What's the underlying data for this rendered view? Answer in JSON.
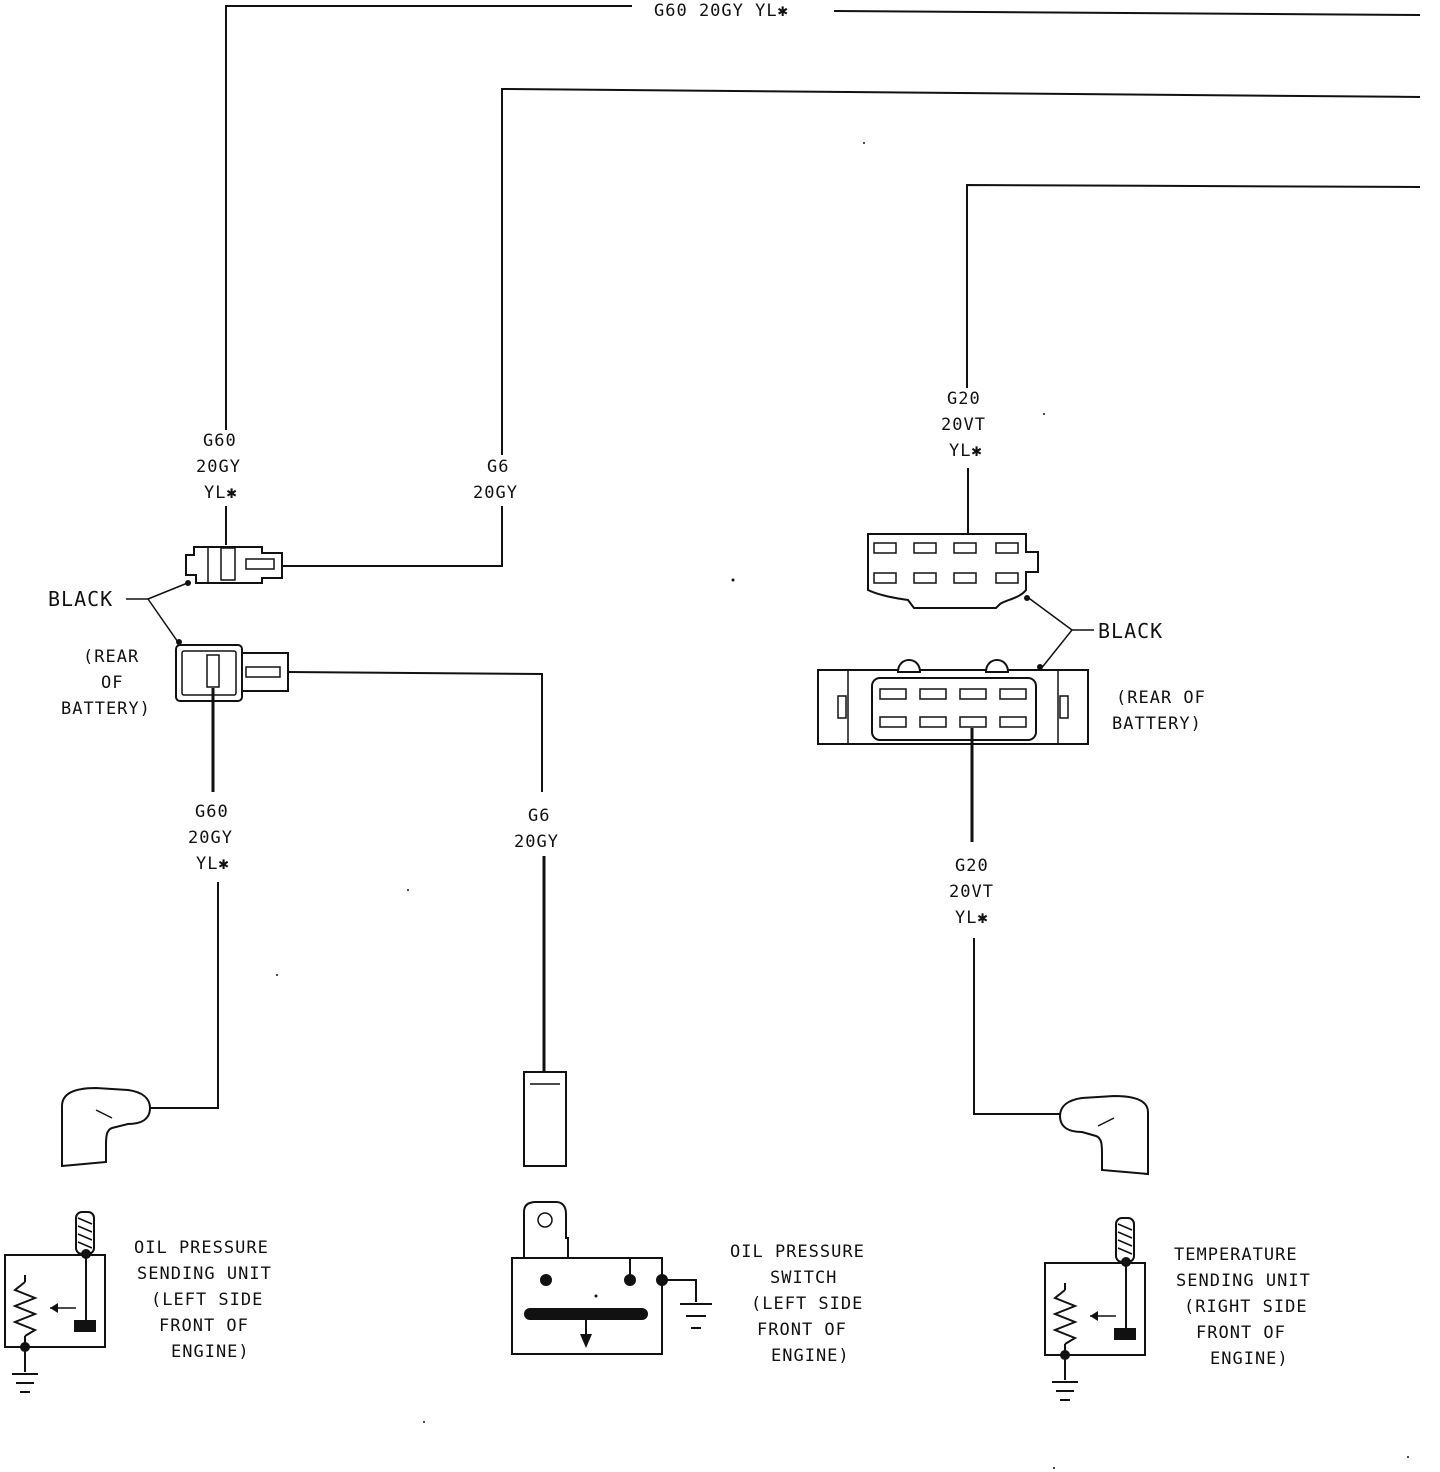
{
  "top_wire": {
    "label": "G60 20GY YL✱"
  },
  "left_upper_g60": {
    "line1": "G60",
    "line2": "20GY",
    "line3": "YL✱"
  },
  "left_upper_g6": {
    "line1": "G6",
    "line2": "20GY"
  },
  "left_black": "BLACK",
  "left_rear": {
    "line1": "(REAR",
    "line2": "OF",
    "line3": "BATTERY)"
  },
  "left_lower_g60": {
    "line1": "G60",
    "line2": "20GY",
    "line3": "YL✱"
  },
  "left_lower_g6": {
    "line1": "G6",
    "line2": "20GY"
  },
  "right_upper_g20": {
    "line1": "G20",
    "line2": "20VT",
    "line3": "YL✱"
  },
  "right_black": "BLACK",
  "right_rear": {
    "line1": "(REAR OF",
    "line2": "BATTERY)"
  },
  "right_lower_g20": {
    "line1": "G20",
    "line2": "20VT",
    "line3": "YL✱"
  },
  "oil_sending_unit": {
    "line1": "OIL PRESSURE",
    "line2": "SENDING UNIT",
    "line3": "(LEFT SIDE",
    "line4": "FRONT OF",
    "line5": "ENGINE)"
  },
  "oil_switch": {
    "line1": "OIL PRESSURE",
    "line2": "SWITCH",
    "line3": "(LEFT SIDE",
    "line4": "FRONT OF",
    "line5": "ENGINE)"
  },
  "temp_sending_unit": {
    "line1": "TEMPERATURE",
    "line2": "SENDING UNIT",
    "line3": "(RIGHT SIDE",
    "line4": "FRONT OF",
    "line5": "ENGINE)"
  }
}
